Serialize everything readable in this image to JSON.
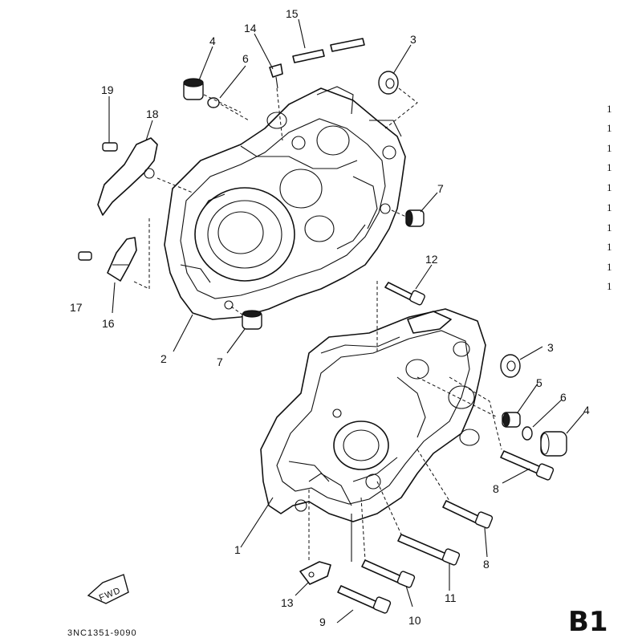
{
  "callouts": {
    "c1": "1",
    "c2": "2",
    "c3a": "3",
    "c3b": "3",
    "c4a": "4",
    "c4b": "4",
    "c5": "5",
    "c6a": "6",
    "c6b": "6",
    "c7a": "7",
    "c7b": "7",
    "c8a": "8",
    "c8b": "8",
    "c9": "9",
    "c10": "10",
    "c11": "11",
    "c12": "12",
    "c13": "13",
    "c14": "14",
    "c15": "15",
    "c16": "16",
    "c17": "17",
    "c18": "18",
    "c19": "19"
  },
  "quantities": [
    "1",
    "1",
    "1",
    "1",
    "1",
    "1",
    "1",
    "1",
    "1",
    "1"
  ],
  "part_code": "3NC1351-9090",
  "reference": "B1",
  "fwd_label": "FWD"
}
